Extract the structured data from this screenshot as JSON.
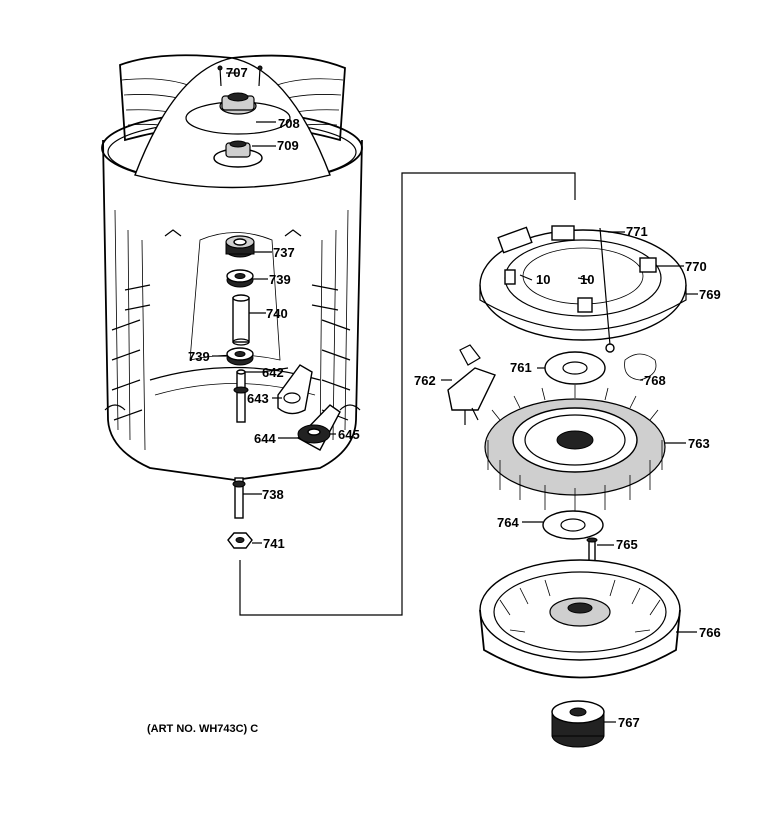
{
  "diagram": {
    "art_number": "(ART NO. WH743C) C",
    "labels": {
      "p707": "707",
      "p708": "708",
      "p709": "709",
      "p737": "737",
      "p739a": "739",
      "p740": "740",
      "p739b": "739",
      "p642": "642",
      "p643": "643",
      "p644": "644",
      "p645": "645",
      "p738": "738",
      "p741": "741",
      "p771": "771",
      "p10a": "10",
      "p10b": "10",
      "p770": "770",
      "p769": "769",
      "p762": "762",
      "p761": "761",
      "p768": "768",
      "p763": "763",
      "p764": "764",
      "p765": "765",
      "p766": "766",
      "p767": "767"
    }
  }
}
